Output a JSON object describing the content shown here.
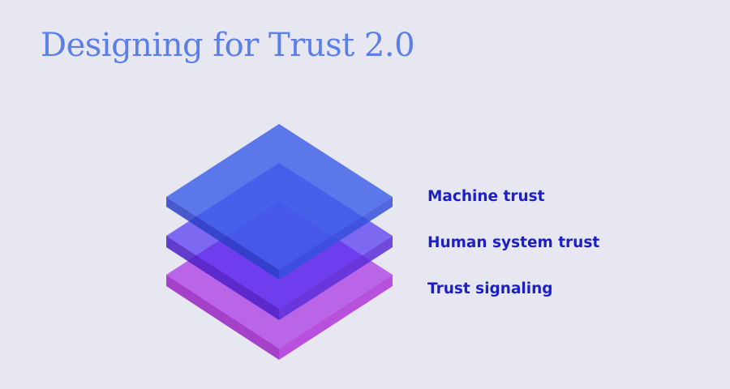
{
  "header": {
    "title": "Designing for Trust 2.0"
  },
  "layers": [
    {
      "label": "Machine trust",
      "top_color": "#3c5ee8",
      "left_color": "#2a3fc6",
      "right_color": "#3550dc"
    },
    {
      "label": "Human system trust",
      "top_color": "#4a2cf0",
      "left_color": "#4a1fc7",
      "right_color": "#5a2ed8"
    },
    {
      "label": "Trust signaling",
      "top_color": "#b452e6",
      "left_color": "#9d2ec4",
      "right_color": "#b23fdb"
    }
  ],
  "colors": {
    "background": "#e6e7f1",
    "title": "#5b7ee8",
    "label": "#1c1fc8"
  }
}
